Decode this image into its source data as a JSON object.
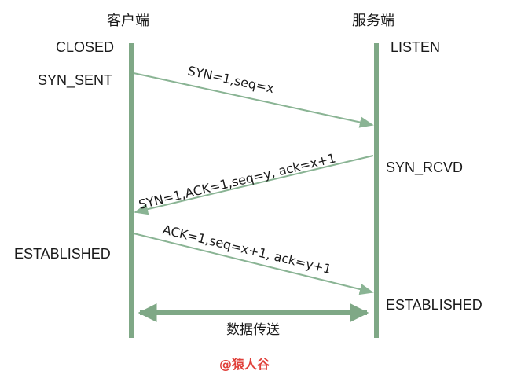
{
  "client": {
    "title": "客户端",
    "states": [
      "CLOSED",
      "SYN_SENT",
      "ESTABLISHED"
    ]
  },
  "server": {
    "title": "服务端",
    "states": [
      "LISTEN",
      "SYN_RCVD",
      "ESTABLISHED"
    ]
  },
  "messages": [
    {
      "text": "SYN=1,seq=x"
    },
    {
      "text": "SYN=1,ACK=1,seq=y, ack=x+1"
    },
    {
      "text": "ACK=1,seq=x+1, ack=y+1"
    }
  ],
  "data_transfer": "数据传送",
  "watermark": "@猿人谷",
  "colors": {
    "lifeline": "#7fa886",
    "arrow": "#8ab494",
    "watermark": "#e0403a"
  }
}
